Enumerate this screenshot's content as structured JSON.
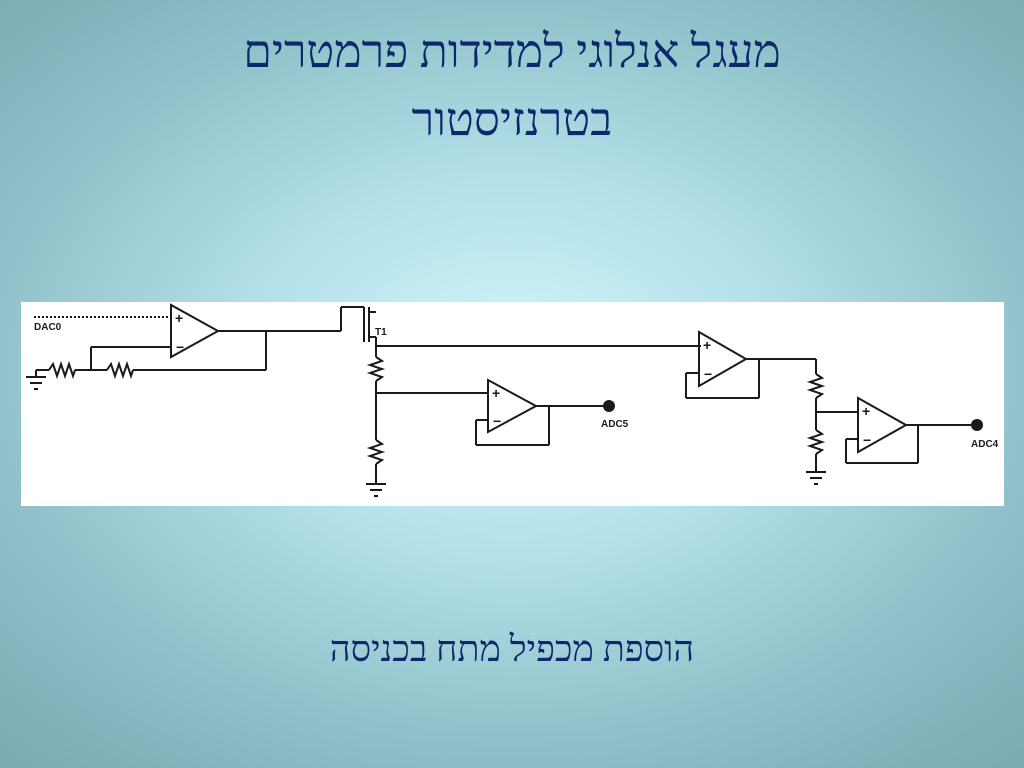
{
  "slide": {
    "title_line1": "מעגל אנלוגי למדידות פרמטרים",
    "title_line2": "בטרנזיסטור",
    "caption": "הוספת מכפיל מתח בכניסה"
  },
  "diagram": {
    "labels": {
      "dac": "DAC0",
      "transistor": "T1",
      "adc_mid": "ADC5",
      "adc_right": "ADC4"
    },
    "colors": {
      "wire": "#1a1a1a",
      "panel": "#ffffff",
      "title": "#0b2a6b"
    }
  }
}
